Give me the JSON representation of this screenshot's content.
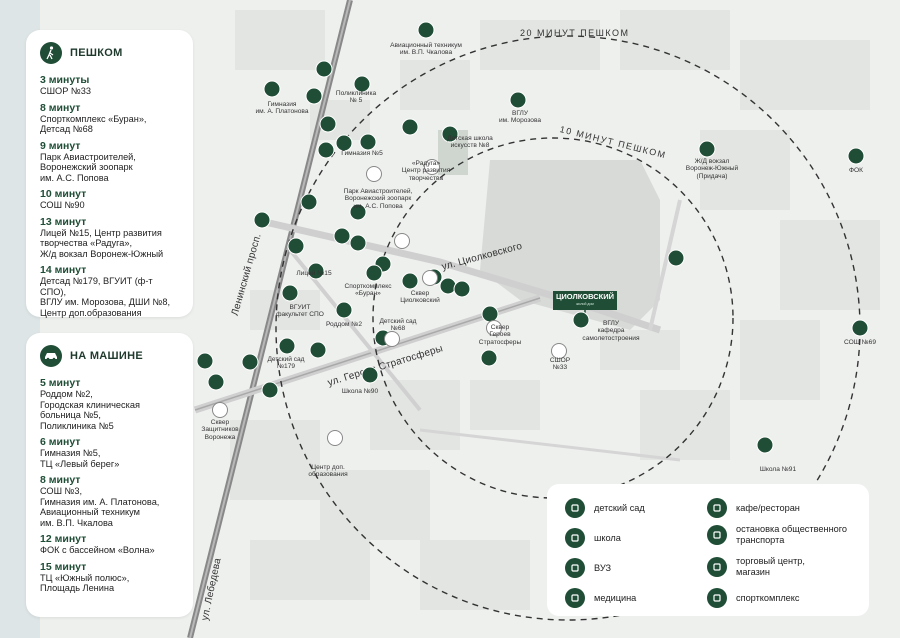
{
  "walk": {
    "title": "ПЕШКОМ",
    "icon": "walking-person-icon",
    "entries": [
      {
        "time": "3 минуты",
        "text": "СШОР №33"
      },
      {
        "time": "8 минут",
        "text": "Спорткомплекс «Буран»,\nДетсад №68"
      },
      {
        "time": "9 минут",
        "text": "Парк Авиастроителей,\nВоронежский зоопарк\nим. А.С. Попова"
      },
      {
        "time": "10 минут",
        "text": "СОШ №90"
      },
      {
        "time": "13 минут",
        "text": "Лицей №15, Центр развития\nтворчества «Радуга»,\nЖ/д вокзал Воронеж-Южный"
      },
      {
        "time": "14 минут",
        "text": "Детсад №179, ВГУИТ (ф-т СПО),\nВГЛУ им. Морозова, ДШИ №8,\nЦентр доп.образования"
      }
    ]
  },
  "car": {
    "title": "НА МАШИНЕ",
    "icon": "car-icon",
    "entries": [
      {
        "time": "5 минут",
        "text": "Роддом №2,\nГородская клиническая\nбольница №5,\nПоликлиника №5"
      },
      {
        "time": "6 минут",
        "text": "Гимназия №5,\nТЦ «Левый берег»"
      },
      {
        "time": "8 минут",
        "text": "СОШ №3,\nГимназия им. А. Платонова,\nАвиационный техникум\nим. В.П. Чкалова"
      },
      {
        "time": "12 минут",
        "text": "ФОК с бассейном «Волна»"
      },
      {
        "time": "15 минут",
        "text": "ТЦ «Южный полюс»,\nПлощадь Ленина"
      }
    ]
  },
  "legend": [
    {
      "icon": "kindergarten-icon",
      "label": "детский сад"
    },
    {
      "icon": "cafe-icon",
      "label": "кафе/ресторан"
    },
    {
      "icon": "school-icon",
      "label": "школа"
    },
    {
      "icon": "bus-stop-icon",
      "label": "остановка общественного\nтранспорта"
    },
    {
      "icon": "university-icon",
      "label": "ВУЗ"
    },
    {
      "icon": "shopping-cart-icon",
      "label": "торговый центр,\nмагазин"
    },
    {
      "icon": "medical-cross-icon",
      "label": "медицина"
    },
    {
      "icon": "dumbbell-icon",
      "label": "спорткомплекс"
    }
  ],
  "rings": {
    "outer": "20 МИНУТ ПЕШКОМ",
    "inner": "10 МИНУТ ПЕШКОМ"
  },
  "streets": {
    "leninsky": "Ленинский просп.",
    "tsiolkovsky": "ул. Циолковского",
    "geroev": "ул. Героев Стратосферы",
    "lebedeva": "ул. Лебедева"
  },
  "brand": {
    "name": "ЦИОЛКОВСКИЙ",
    "sub": "жилой дом"
  },
  "map_labels": [
    "Авиационный техникум\nим. В.П. Чкалова",
    "Поликлиника\n№ 5",
    "Гимназия\nим. А. Платонова",
    "ВГЛУ\nим. Морозова",
    "Детская школа\nискусств №8",
    "Гимназия №5",
    "«Радуга»\nЦентр развития\nтворчества",
    "Парк Авиастроителей,\nВоронежский зоопарк\nим. А.С. Попова",
    "Ж/Д вокзал\nВоронеж-Южный\n(Придача)",
    "ФОК",
    "Лицей №15",
    "Спорткомплекс\n«Буран»",
    "Сквер\nЦиолковский",
    "ВГУИТ\nфакультет СПО",
    "Роддом №2",
    "Детский сад\n№68",
    "Сквер\nГероев\nСтратосферы",
    "ВГЛУ\nкафедра\nсамолетостроения",
    "СШОР\n№33",
    "Детский сад\n№179",
    "Школа №90",
    "Сквер\nЗащитников\nВоронежа",
    "Центр доп.\nобразования",
    "СОШ №69",
    "Школа №91"
  ]
}
